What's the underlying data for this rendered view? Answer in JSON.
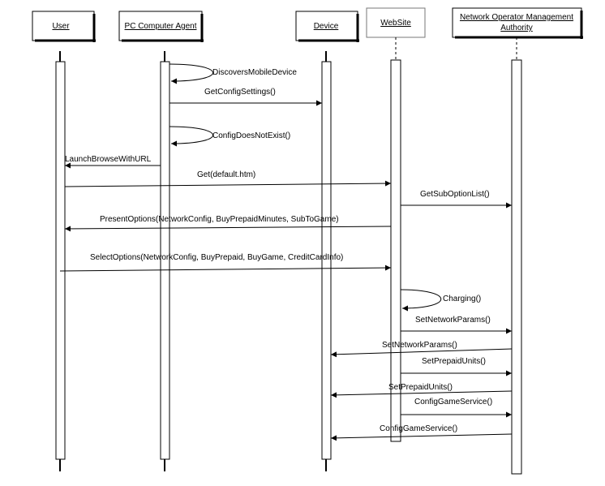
{
  "participants": [
    {
      "id": "user",
      "name": "User"
    },
    {
      "id": "agent",
      "name": "PC Computer Agent"
    },
    {
      "id": "device",
      "name": "Device"
    },
    {
      "id": "website",
      "name": "WebSite"
    },
    {
      "id": "operator",
      "name_lines": [
        "Network Operator Management",
        "Authority"
      ]
    }
  ],
  "messages": [
    {
      "from": "agent",
      "to": "agent",
      "label": "DiscoversMobileDevice"
    },
    {
      "from": "agent",
      "to": "device",
      "label": "GetConfigSettings()"
    },
    {
      "from": "agent",
      "to": "agent",
      "label": "ConfigDoesNotExist()"
    },
    {
      "from": "agent",
      "to": "user",
      "label": "LaunchBrowseWithURL"
    },
    {
      "from": "user",
      "to": "website",
      "label": "Get(default.htm)"
    },
    {
      "from": "website",
      "to": "operator",
      "label": "GetSubOptionList()"
    },
    {
      "from": "website",
      "to": "user",
      "label": "PresentOptions(NetworkConfig, BuyPrepaidMinutes, SubToGame)"
    },
    {
      "from": "user",
      "to": "website",
      "label": "SelectOptions(NetworkConfig, BuyPrepaid, BuyGame, CreditCardInfo)"
    },
    {
      "from": "website",
      "to": "website",
      "label": "Charging()"
    },
    {
      "from": "website",
      "to": "operator",
      "label": "SetNetworkParams()"
    },
    {
      "from": "operator",
      "to": "device",
      "label": "SetNetworkParams()"
    },
    {
      "from": "website",
      "to": "operator",
      "label": "SetPrepaidUnits()"
    },
    {
      "from": "operator",
      "to": "device",
      "label": "SetPrepaidUnits()"
    },
    {
      "from": "website",
      "to": "operator",
      "label": "ConfigGameService()"
    },
    {
      "from": "operator",
      "to": "device",
      "label": "ConfigGameService()"
    }
  ]
}
